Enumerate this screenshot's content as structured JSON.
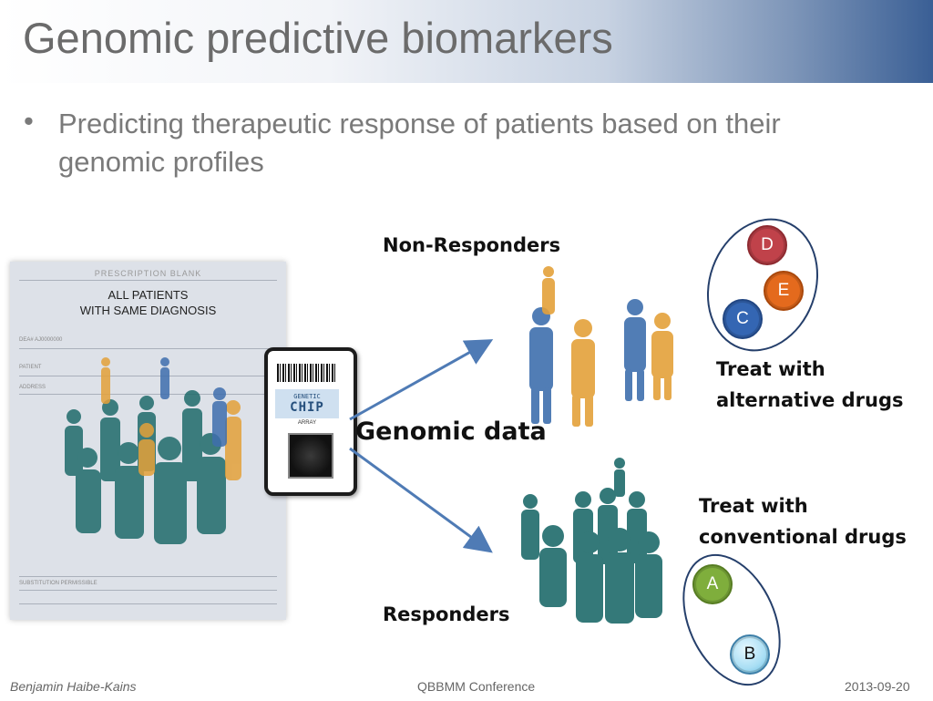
{
  "slide": {
    "title": "Genomic predictive biomarkers",
    "bullet": "Predicting therapeutic response of patients based on their genomic profiles"
  },
  "prescription": {
    "header": "PRESCRIPTION BLANK",
    "line1": "ALL PATIENTS",
    "line2": "WITH SAME DIAGNOSIS"
  },
  "chip": {
    "top": "GENETIC",
    "main": "CHIP",
    "sub": "ARRAY"
  },
  "diagram": {
    "center_label": "Genomic data",
    "non_responders": "Non-Responders",
    "responders": "Responders",
    "alt_treat_line1": "Treat with",
    "alt_treat_line2": "alternative drugs",
    "conv_treat_line1": "Treat with",
    "conv_treat_line2": "conventional drugs",
    "circles": {
      "d": "D",
      "e": "E",
      "c": "C",
      "a": "A",
      "b": "B"
    }
  },
  "colors": {
    "arrow": "#4f7bb5",
    "people_blue": "#3f6fae",
    "people_orange": "#e4a13a",
    "people_teal": "#1f6b6b"
  },
  "footer": {
    "author": "Benjamin Haibe-Kains",
    "event": "QBBMM Conference",
    "date": "2013-09-20"
  }
}
